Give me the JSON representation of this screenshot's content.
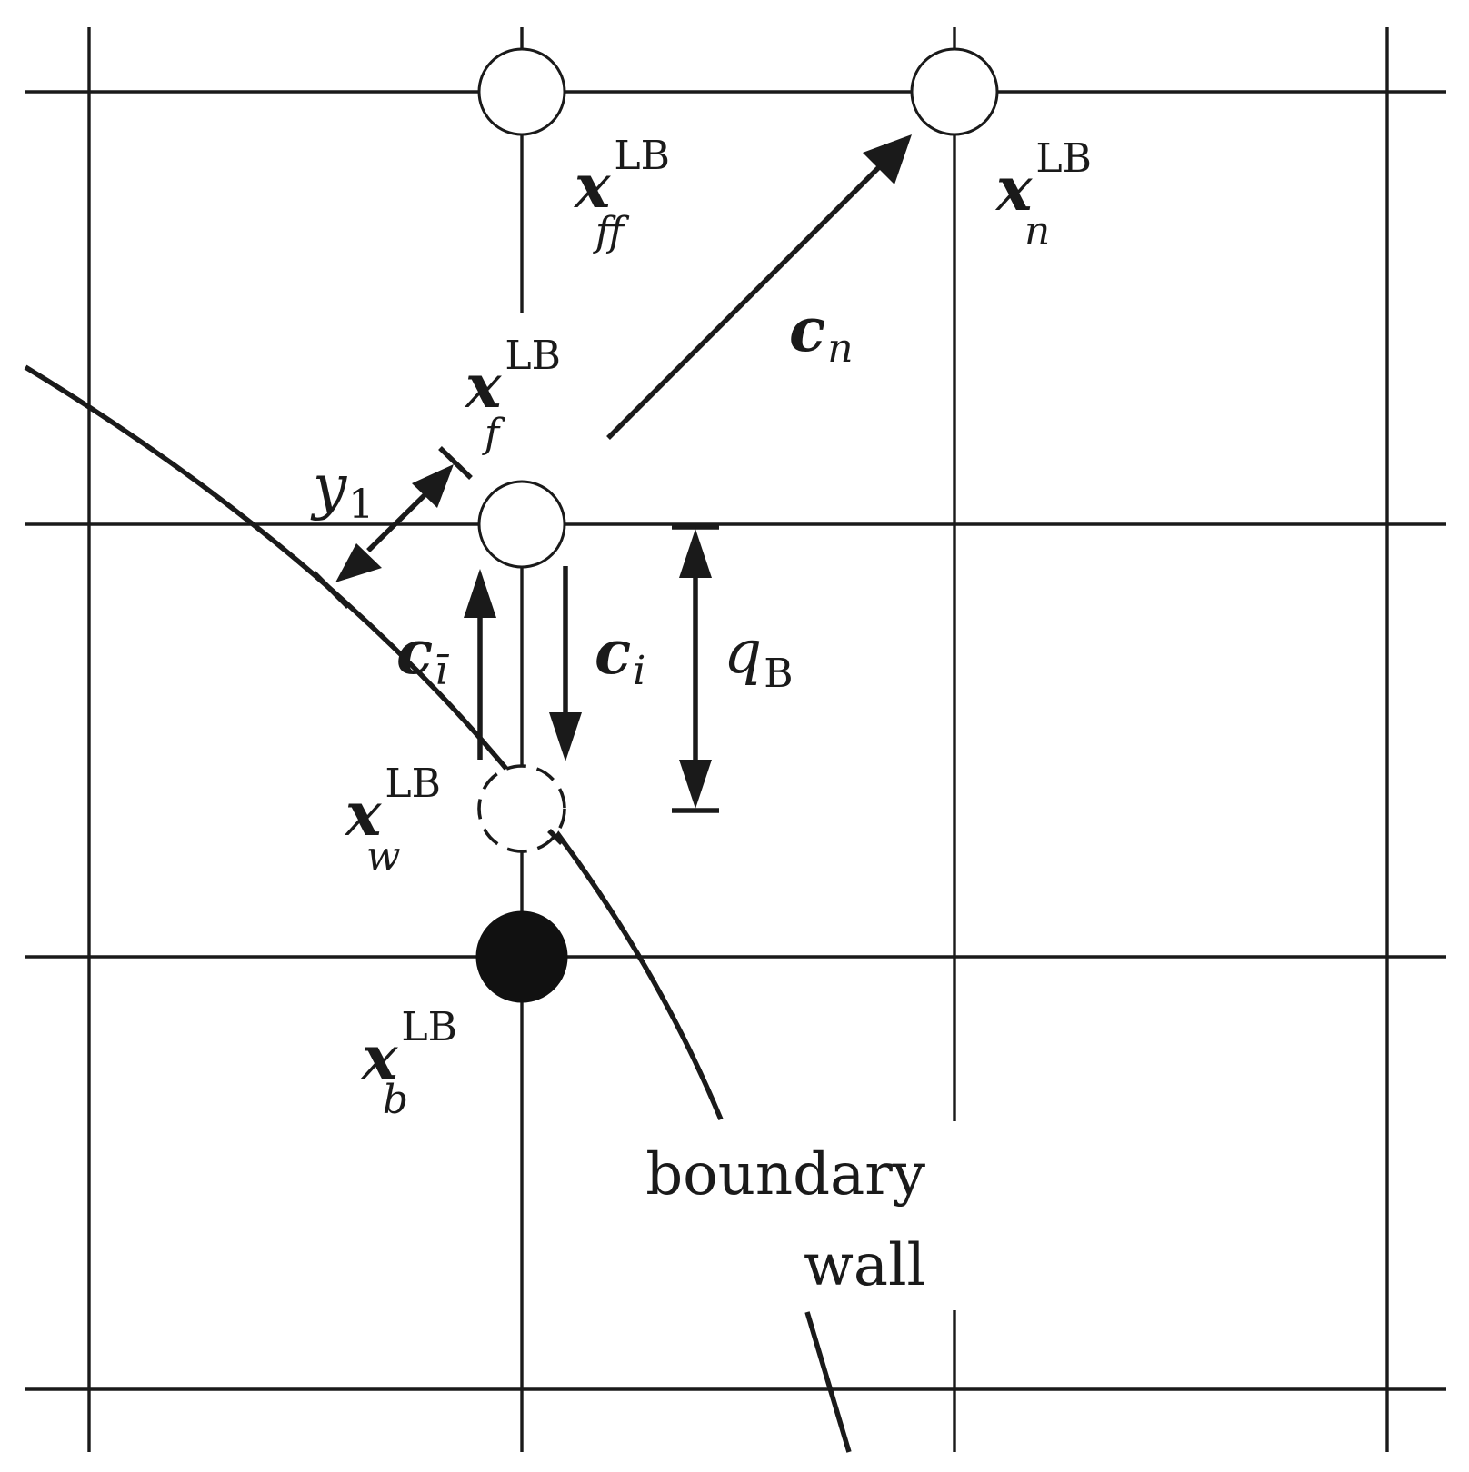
{
  "labels": {
    "x_ff": {
      "base": "x",
      "sub": "ff",
      "sup": "LB"
    },
    "x_n": {
      "base": "x",
      "sub": "n",
      "sup": "LB"
    },
    "x_f": {
      "base": "x",
      "sub": "f",
      "sup": "LB"
    },
    "x_w": {
      "base": "x",
      "sub": "w",
      "sup": "LB"
    },
    "x_b": {
      "base": "x",
      "sub": "b",
      "sup": "LB"
    },
    "c_n": {
      "base": "c",
      "sub": "n"
    },
    "c_i": {
      "base": "c",
      "sub": "i"
    },
    "c_ibar": {
      "base": "c",
      "sub": "ī"
    },
    "q_B": {
      "base": "q",
      "sub": "B"
    },
    "y_1": {
      "base": "y",
      "sub": "1"
    }
  },
  "wall_label": {
    "line1": "boundary",
    "line2": "wall"
  },
  "colors": {
    "ink": "#1a1a1a",
    "background": "#ffffff"
  }
}
